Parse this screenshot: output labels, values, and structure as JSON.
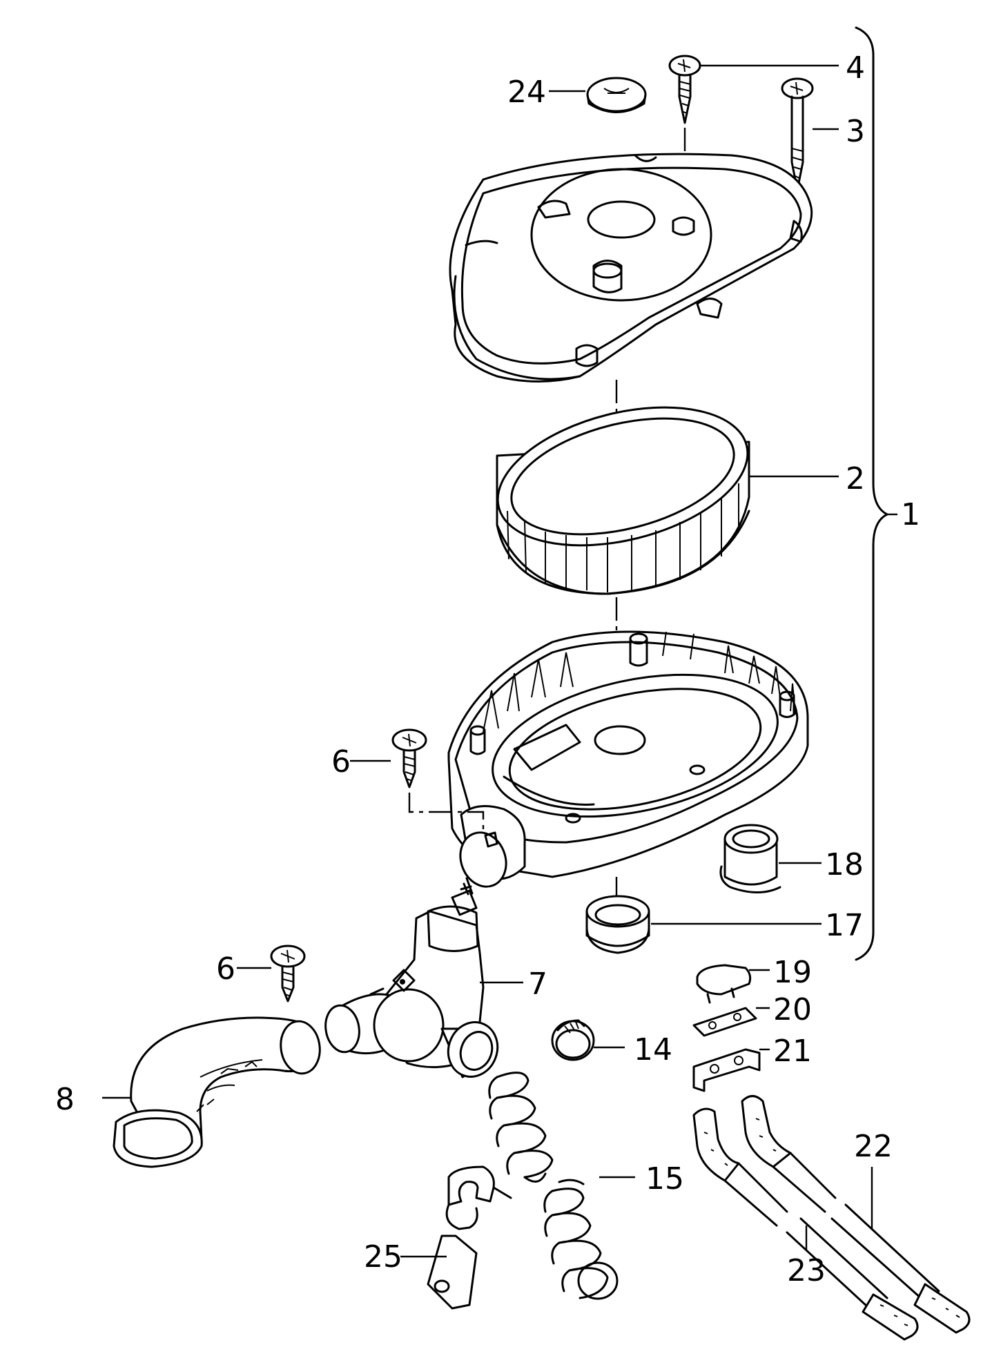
{
  "diagram": {
    "callouts": [
      {
        "id": "c1",
        "label": "1"
      },
      {
        "id": "c2",
        "label": "2"
      },
      {
        "id": "c3",
        "label": "3"
      },
      {
        "id": "c4",
        "label": "4"
      },
      {
        "id": "c6a",
        "label": "6"
      },
      {
        "id": "c6b",
        "label": "6"
      },
      {
        "id": "c7",
        "label": "7"
      },
      {
        "id": "c8",
        "label": "8"
      },
      {
        "id": "c14",
        "label": "14"
      },
      {
        "id": "c15",
        "label": "15"
      },
      {
        "id": "c17",
        "label": "17"
      },
      {
        "id": "c18",
        "label": "18"
      },
      {
        "id": "c19",
        "label": "19"
      },
      {
        "id": "c20",
        "label": "20"
      },
      {
        "id": "c21",
        "label": "21"
      },
      {
        "id": "c22",
        "label": "22"
      },
      {
        "id": "c23",
        "label": "23"
      },
      {
        "id": "c24",
        "label": "24"
      },
      {
        "id": "c25",
        "label": "25"
      }
    ]
  }
}
